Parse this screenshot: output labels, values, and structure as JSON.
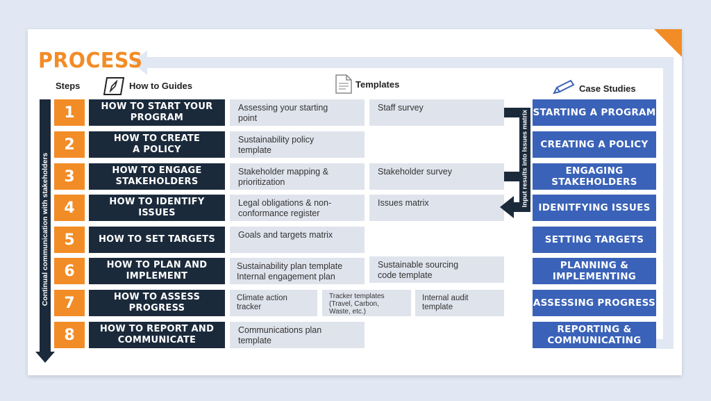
{
  "title": "PROCESS",
  "headers": {
    "steps": "Steps",
    "guides": "How to Guides",
    "templates": "Templates",
    "case_studies": "Case Studies"
  },
  "side_labels": {
    "continual": "Continual communication with stakeholders",
    "input_results": "Input results into Issues matrix"
  },
  "rows": [
    {
      "step": "1",
      "guide": "HOW TO START YOUR\nPROGRAM",
      "case": "STARTING A PROGRAM"
    },
    {
      "step": "2",
      "guide": "HOW TO CREATE\nA POLICY",
      "case": "CREATING A POLICY"
    },
    {
      "step": "3",
      "guide": "HOW TO ENGAGE\nSTAKEHOLDERS",
      "case": "ENGAGING STAKEHOLDERS"
    },
    {
      "step": "4",
      "guide": "HOW TO IDENTIFY\nISSUES",
      "case": "IDENITFYING ISSUES"
    },
    {
      "step": "5",
      "guide": "HOW TO SET TARGETS",
      "case": "SETTING TARGETS"
    },
    {
      "step": "6",
      "guide": "HOW TO PLAN AND\nIMPLEMENT",
      "case": "PLANNING &\nIMPLEMENTING"
    },
    {
      "step": "7",
      "guide": "HOW TO ASSESS\nPROGRESS",
      "case": "ASSESSING PROGRESS"
    },
    {
      "step": "8",
      "guide": "HOW TO REPORT AND\nCOMMUNICATE",
      "case": "REPORTING &\nCOMMUNICATING"
    }
  ],
  "templates": {
    "r1a": "Assessing your starting\npoint",
    "r1b": "Staff survey",
    "r2a": "Sustainability policy\ntemplate",
    "r3a": "Stakeholder mapping &\nprioritization",
    "r3b": "Stakeholder survey",
    "r4a": "Legal obligations & non-\nconformance register",
    "r4b": "Issues matrix",
    "r5a": "Goals and targets matrix",
    "r6a": "Sustainability plan template\nInternal engagement plan",
    "r6b": "Sustainable sourcing\ncode template",
    "r7a": "Climate action\ntracker",
    "r7b": "Tracker templates\n(Travel, Carbon,\nWaste, etc.)",
    "r7c": "Internal audit\ntemplate",
    "r8a": "Communications plan\ntemplate"
  },
  "colors": {
    "orange": "#f28c26",
    "navy": "#1b2a3b",
    "blue": "#3a62b8",
    "template_bg": "#dfe3ec",
    "page_bg": "#e1e8f4"
  },
  "icons": [
    "compass-icon",
    "document-icon",
    "pencil-icon",
    "arrow-left-icon",
    "arrow-down-icon"
  ]
}
